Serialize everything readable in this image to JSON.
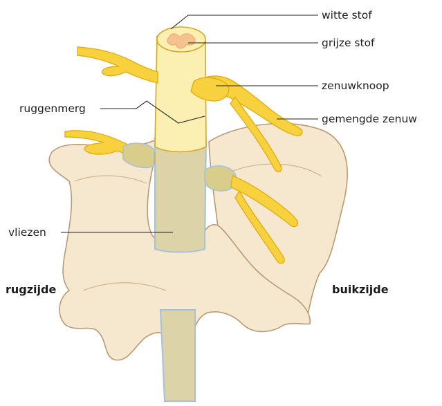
{
  "colors": {
    "bone_fill": "#f6e7cf",
    "bone_stroke": "#b89a74",
    "nerve_fill": "#f7d23e",
    "nerve_stroke": "#e2ae16",
    "cord_fill": "#fbf0b2",
    "gray_matter": "#f5c18e",
    "meninges_fill": "#ddd3a8",
    "meninges_stroke": "#a6c1dc",
    "line": "#222222"
  },
  "labels": {
    "white_matter": "witte stof",
    "gray_matter": "grijze stof",
    "ganglion": "zenuwknoop",
    "mixed_nerve": "gemengde zenuw",
    "spinal_cord": "ruggenmerg",
    "meninges": "vliezen",
    "dorsal_side": "rugzijde",
    "ventral_side": "buikzijde"
  }
}
